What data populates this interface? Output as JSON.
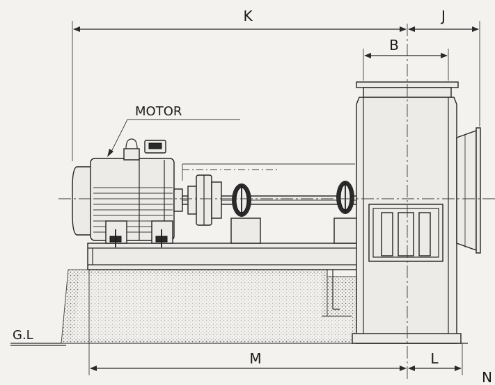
{
  "dimensions": {
    "k": "K",
    "j": "J",
    "b": "B",
    "m": "M",
    "l": "L",
    "n": "N"
  },
  "labels": {
    "motor": "MOTOR",
    "ground_level": "G.L"
  },
  "colors": {
    "background": "#f3f2ef",
    "line": "#2a2a2a",
    "foundation_dots": "#6a6a6a"
  }
}
